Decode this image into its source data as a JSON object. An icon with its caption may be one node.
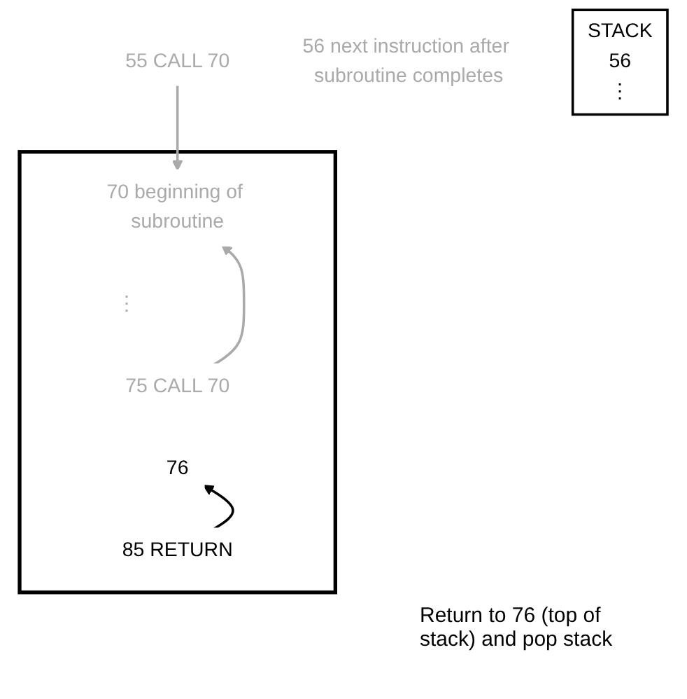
{
  "diagram": {
    "nodes": [
      {
        "text": [
          "55 CALL 70"
        ]
      },
      {
        "text": [
          "56 next instruction after subroutine completes"
        ]
      },
      {
        "text": [],
        "shape": "box"
      },
      {
        "text": [
          "70 beginning of subroutine"
        ],
        "in": 2
      },
      {
        "text": [
          "⋮"
        ],
        "in": 2
      },
      {
        "text": [
          "75 CALL 70"
        ],
        "in": 2
      },
      {
        "text": [
          "76"
        ],
        "in": 2
      },
      {
        "text": [
          "85 RETURN"
        ],
        "in": 2
      },
      {
        "text": [
          "STACK",
          "56",
          "⋮"
        ]
      }
    ],
    "edges": [
      {
        "from": 0,
        "to": 3,
        "arrow": "to"
      },
      {
        "from": 5,
        "to": 3,
        "arrow": "to"
      },
      {
        "from": 7,
        "to": 6,
        "arrow": "to",
        "color": "#000000"
      }
    ],
    "labels": [
      "Return to 76 (top of stack) and pop stack"
    ]
  }
}
